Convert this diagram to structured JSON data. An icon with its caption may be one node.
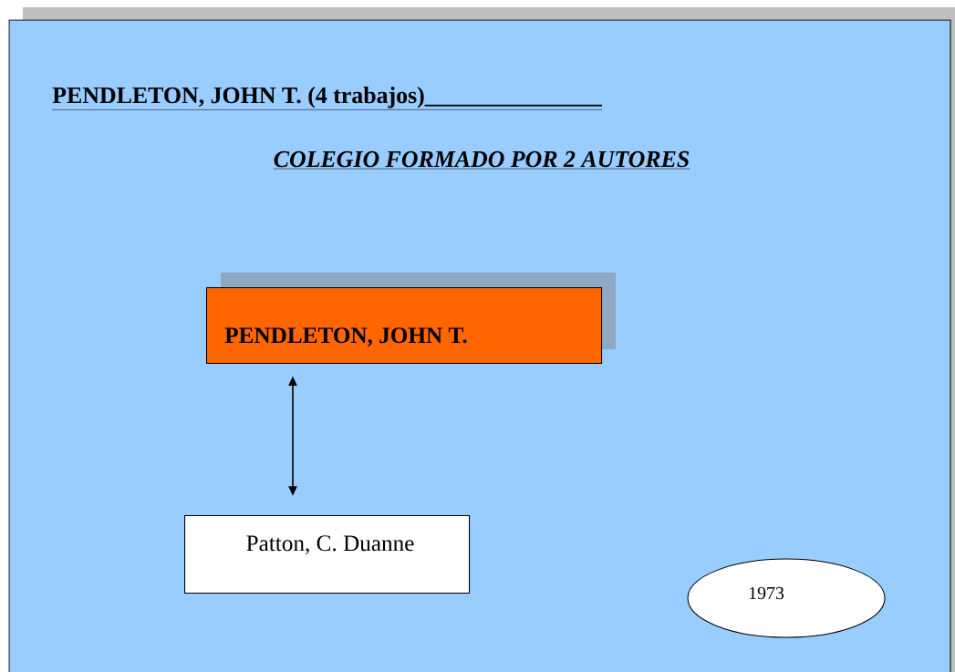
{
  "diagram": {
    "title": "PENDLETON, JOHN T. (4 trabajos)_______________",
    "nodes": [
      {
        "text": [
          "PENDLETON, JOHN T."
        ]
      },
      {
        "text": [
          "Patton, C. Duanne"
        ]
      },
      {
        "text": [
          "1973"
        ]
      }
    ],
    "edges": [
      {
        "from": 0,
        "to": 1,
        "arrow": "both"
      }
    ],
    "labels": [
      "COLEGIO FORMADO POR 2 AUTORES"
    ]
  }
}
